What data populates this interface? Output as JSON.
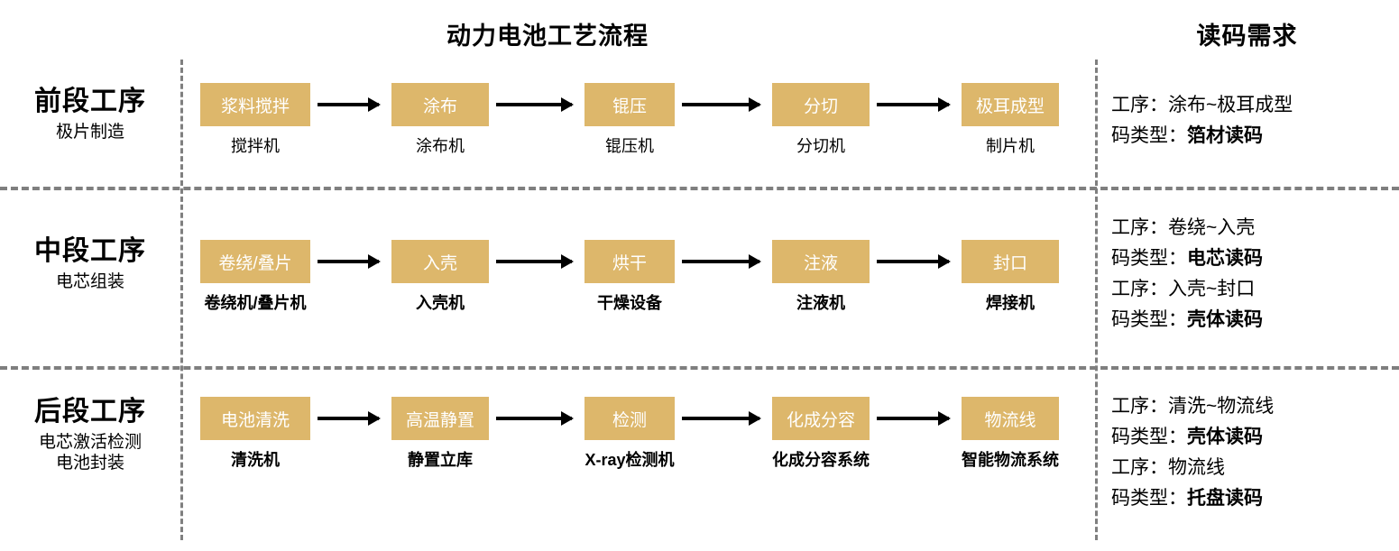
{
  "headers": {
    "flow_title": "动力电池工艺流程",
    "requirement_title": "读码需求"
  },
  "colors": {
    "node_fill": "#ddb76b",
    "node_text": "#ffffff",
    "divider": "#7f7f7f",
    "arrow": "#000000",
    "background": "#ffffff"
  },
  "rows": [
    {
      "stage_title": "前段工序",
      "stage_sub": "极片制造",
      "captions_bold": false,
      "nodes": [
        {
          "label": "浆料搅拌",
          "caption": "搅拌机"
        },
        {
          "label": "涂布",
          "caption": "涂布机"
        },
        {
          "label": "锟压",
          "caption": "锟压机"
        },
        {
          "label": "分切",
          "caption": "分切机"
        },
        {
          "label": "极耳成型",
          "caption": "制片机"
        }
      ],
      "requirements": [
        {
          "prefix": "工序：",
          "value": "涂布~极耳成型",
          "bold": false
        },
        {
          "prefix": "码类型：",
          "value": "箔材读码",
          "bold": true
        }
      ]
    },
    {
      "stage_title": "中段工序",
      "stage_sub": "电芯组装",
      "captions_bold": true,
      "nodes": [
        {
          "label": "卷绕/叠片",
          "caption": "卷绕机/叠片机"
        },
        {
          "label": "入壳",
          "caption": "入壳机"
        },
        {
          "label": "烘干",
          "caption": "干燥设备"
        },
        {
          "label": "注液",
          "caption": "注液机"
        },
        {
          "label": "封口",
          "caption": "焊接机"
        }
      ],
      "requirements": [
        {
          "prefix": "工序：",
          "value": "卷绕~入壳",
          "bold": false
        },
        {
          "prefix": "码类型：",
          "value": "电芯读码",
          "bold": true
        },
        {
          "prefix": "工序：",
          "value": "入壳~封口",
          "bold": false
        },
        {
          "prefix": "码类型：",
          "value": "壳体读码",
          "bold": true
        }
      ]
    },
    {
      "stage_title": "后段工序",
      "stage_sub": "电芯激活检测\n电池封装",
      "captions_bold": true,
      "nodes": [
        {
          "label": "电池清洗",
          "caption": "清洗机"
        },
        {
          "label": "高温静置",
          "caption": "静置立库"
        },
        {
          "label": "检测",
          "caption": "X-ray检测机"
        },
        {
          "label": "化成分容",
          "caption": "化成分容系统"
        },
        {
          "label": "物流线",
          "caption": "智能物流系统"
        }
      ],
      "requirements": [
        {
          "prefix": "工序：",
          "value": "清洗~物流线",
          "bold": false
        },
        {
          "prefix": "码类型：",
          "value": "壳体读码",
          "bold": true
        },
        {
          "prefix": "工序：",
          "value": "物流线",
          "bold": false
        },
        {
          "prefix": "码类型：",
          "value": "托盘读码",
          "bold": true
        }
      ]
    }
  ]
}
